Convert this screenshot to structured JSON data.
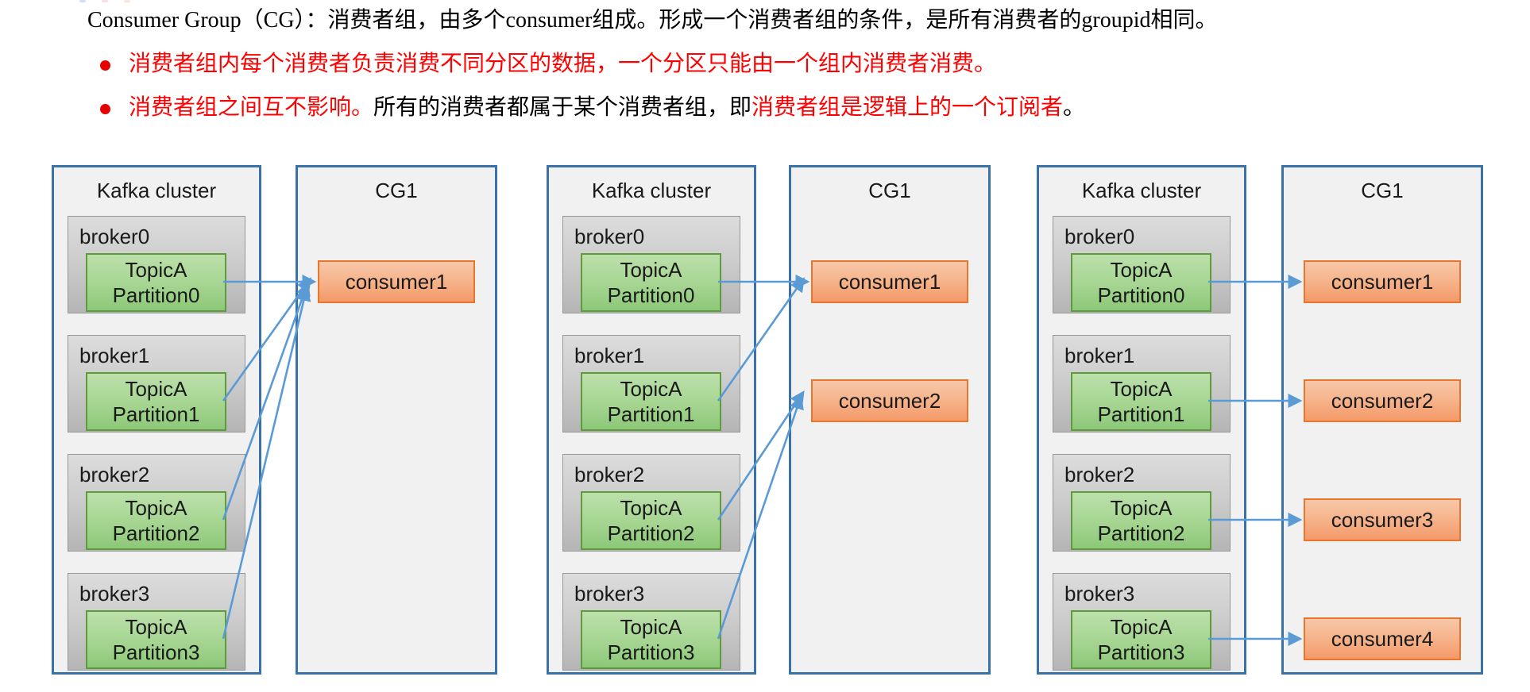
{
  "header": {
    "intro": "Consumer Group（CG）：消费者组，由多个consumer组成。形成一个消费者组的条件，是所有消费者的groupid相同。",
    "bullets": [
      {
        "segments": [
          {
            "text": "消费者组内每个消费者负责消费不同分区的数据，一个分区只能由一个组内消费者消费。",
            "color": "red"
          }
        ]
      },
      {
        "segments": [
          {
            "text": "消费者组之间互不影响。",
            "color": "red"
          },
          {
            "text": "所有的消费者都属于某个消费者组，即",
            "color": "black"
          },
          {
            "text": "消费者组是逻辑上的一个订阅者",
            "color": "red"
          },
          {
            "text": "。",
            "color": "black"
          }
        ]
      }
    ]
  },
  "colors": {
    "outer_border": "#3a72a7",
    "outer_fill": "#f1f1f2",
    "broker_fill_top": "#dcdcdc",
    "broker_fill_bottom": "#b5b5b5",
    "partition_fill": "#a5d591",
    "partition_border": "#5e9b3c",
    "consumer_fill": "#f6b38a",
    "consumer_border": "#e8762c",
    "arrow": "#5b9bd5",
    "bullet_red": "#ff0000",
    "text": "#1a1a1a"
  },
  "panels": [
    {
      "cluster_title": "Kafka cluster",
      "cg_title": "CG1",
      "brokers": [
        {
          "label": "broker0",
          "partition": {
            "line1": "TopicA",
            "line2": "Partition0"
          }
        },
        {
          "label": "broker1",
          "partition": {
            "line1": "TopicA",
            "line2": "Partition1"
          }
        },
        {
          "label": "broker2",
          "partition": {
            "line1": "TopicA",
            "line2": "Partition2"
          }
        },
        {
          "label": "broker3",
          "partition": {
            "line1": "TopicA",
            "line2": "Partition3"
          }
        }
      ],
      "consumers": [
        "consumer1"
      ],
      "connections": [
        {
          "from": 0,
          "to": 0
        },
        {
          "from": 1,
          "to": 0
        },
        {
          "from": 2,
          "to": 0
        },
        {
          "from": 3,
          "to": 0
        }
      ]
    },
    {
      "cluster_title": "Kafka cluster",
      "cg_title": "CG1",
      "brokers": [
        {
          "label": "broker0",
          "partition": {
            "line1": "TopicA",
            "line2": "Partition0"
          }
        },
        {
          "label": "broker1",
          "partition": {
            "line1": "TopicA",
            "line2": "Partition1"
          }
        },
        {
          "label": "broker2",
          "partition": {
            "line1": "TopicA",
            "line2": "Partition2"
          }
        },
        {
          "label": "broker3",
          "partition": {
            "line1": "TopicA",
            "line2": "Partition3"
          }
        }
      ],
      "consumers": [
        "consumer1",
        "consumer2"
      ],
      "connections": [
        {
          "from": 0,
          "to": 0
        },
        {
          "from": 1,
          "to": 0
        },
        {
          "from": 2,
          "to": 1
        },
        {
          "from": 3,
          "to": 1
        }
      ]
    },
    {
      "cluster_title": "Kafka cluster",
      "cg_title": "CG1",
      "brokers": [
        {
          "label": "broker0",
          "partition": {
            "line1": "TopicA",
            "line2": "Partition0"
          }
        },
        {
          "label": "broker1",
          "partition": {
            "line1": "TopicA",
            "line2": "Partition1"
          }
        },
        {
          "label": "broker2",
          "partition": {
            "line1": "TopicA",
            "line2": "Partition2"
          }
        },
        {
          "label": "broker3",
          "partition": {
            "line1": "TopicA",
            "line2": "Partition3"
          }
        }
      ],
      "consumers": [
        "consumer1",
        "consumer2",
        "consumer3",
        "consumer4"
      ],
      "connections": [
        {
          "from": 0,
          "to": 0
        },
        {
          "from": 1,
          "to": 1
        },
        {
          "from": 2,
          "to": 2
        },
        {
          "from": 3,
          "to": 3
        }
      ]
    }
  ]
}
